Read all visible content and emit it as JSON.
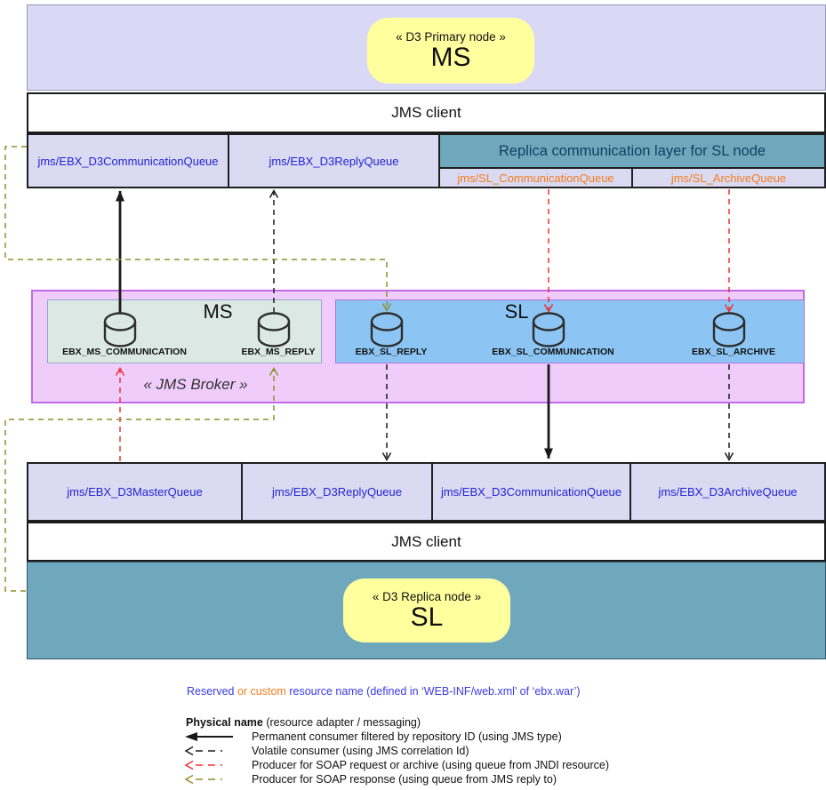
{
  "colors": {
    "lavender": "#d9d9f6",
    "lavender-border": "#9a9ab2",
    "queue-bg": "#dadaf2",
    "queue-border": "#1f1f1f",
    "queue-text": "#2323d6",
    "teal": "#6fa7bd",
    "teal-text": "#12415f",
    "orange": "#f57d1f",
    "yellow": "#ffff9e",
    "pink-bg": "#efccfa",
    "pink-border": "#c468ec",
    "ms-bg": "#dce8e3",
    "ms-border": "#93a8cf",
    "sl-bg": "#8cc5f3",
    "sl-border": "#a975dc",
    "line-black": "#1a1a1a",
    "line-red": "#ee3333",
    "line-olive": "#8f8f2d",
    "legend-blue": "#3a3ae6",
    "legend-orange": "#f57d1f"
  },
  "primary_node": {
    "stereotype": "« D3 Primary node »",
    "name": "MS"
  },
  "top_jms_client": "JMS client",
  "top_queues": {
    "communication": "jms/EBX_D3CommunicationQueue",
    "reply": "jms/EBX_D3ReplyQueue"
  },
  "replica_layer": {
    "title": "Replica communication layer for SL node",
    "communication": "jms/SL_CommunicationQueue",
    "archive": "jms/SL_ArchiveQueue"
  },
  "broker": {
    "stereotype": "« JMS Broker »",
    "ms": {
      "label": "MS",
      "communication": "EBX_MS_COMMUNICATION",
      "reply": "EBX_MS_REPLY"
    },
    "sl": {
      "label": "SL",
      "reply": "EBX_SL_REPLY",
      "communication": "EBX_SL_COMMUNICATION",
      "archive": "EBX_SL_ARCHIVE"
    }
  },
  "bottom_queues": {
    "master": "jms/EBX_D3MasterQueue",
    "reply": "jms/EBX_D3ReplyQueue",
    "communication": "jms/EBX_D3CommunicationQueue",
    "archive": "jms/EBX_D3ArchiveQueue"
  },
  "bottom_jms_client": "JMS client",
  "replica_node": {
    "stereotype": "« D3 Replica node »",
    "name": "SL"
  },
  "legend": {
    "note_parts": {
      "reserved": "Reserved",
      "or_custom": " or custom ",
      "rest": "resource name (defined in ‘WEB-INF/web.xml’ of ‘ebx.war’)"
    },
    "physical_bold": "Physical name",
    "physical_rest": " (resource adapter / messaging)",
    "rows": [
      {
        "style": "solid-black",
        "label": "Permanent consumer filtered by repository ID (using JMS type)"
      },
      {
        "style": "dashed-black",
        "label": "Volatile consumer (using JMS correlation Id)"
      },
      {
        "style": "dashed-red",
        "label": "Producer for SOAP request or archive (using queue from JNDI resource)"
      },
      {
        "style": "dashed-olive",
        "label": "Producer for SOAP response (using queue from JMS reply to)"
      }
    ]
  }
}
